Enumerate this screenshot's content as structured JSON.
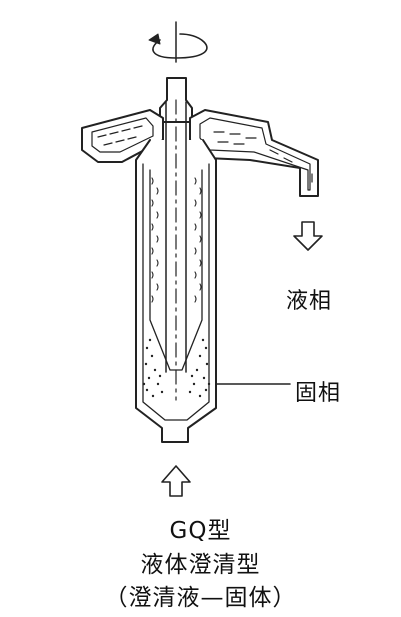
{
  "labels": {
    "liquid_phase": "液相",
    "solid_phase": "固相"
  },
  "caption": {
    "model": "GQ型",
    "type": "液体澄清型",
    "description": "（澄清液—固体）"
  },
  "icons": [
    "rotation-arrow-icon",
    "down-arrow-icon",
    "up-arrow-icon"
  ]
}
